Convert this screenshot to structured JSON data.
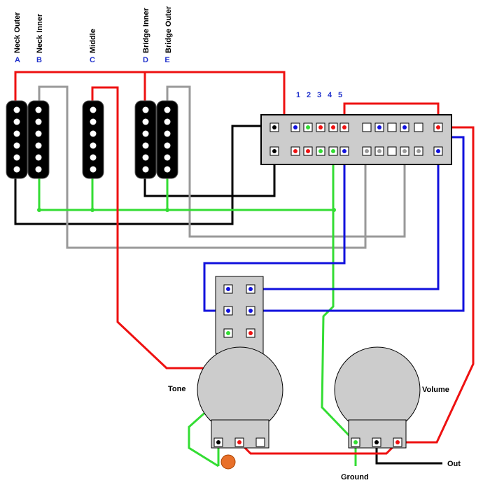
{
  "pickups": [
    {
      "name": "Neck Outer",
      "letter": "A"
    },
    {
      "name": "Neck Inner",
      "letter": "B"
    },
    {
      "name": "Middle",
      "letter": "C"
    },
    {
      "name": "Bridge Inner",
      "letter": "D"
    },
    {
      "name": "Bridge Outer",
      "letter": "E"
    }
  ],
  "switch_positions": [
    "1",
    "2",
    "3",
    "4",
    "5"
  ],
  "pots": {
    "tone": "Tone",
    "volume": "Volume"
  },
  "outputs": {
    "ground": "Ground",
    "out": "Out"
  },
  "colors": {
    "red": "#ee1111",
    "green": "#33dd33",
    "blue": "#1111dd",
    "black": "#000000",
    "gray": "#999999",
    "label_blue": "#2233cc",
    "pot_fill": "#cccccc",
    "capacitor": "#e8702a"
  }
}
